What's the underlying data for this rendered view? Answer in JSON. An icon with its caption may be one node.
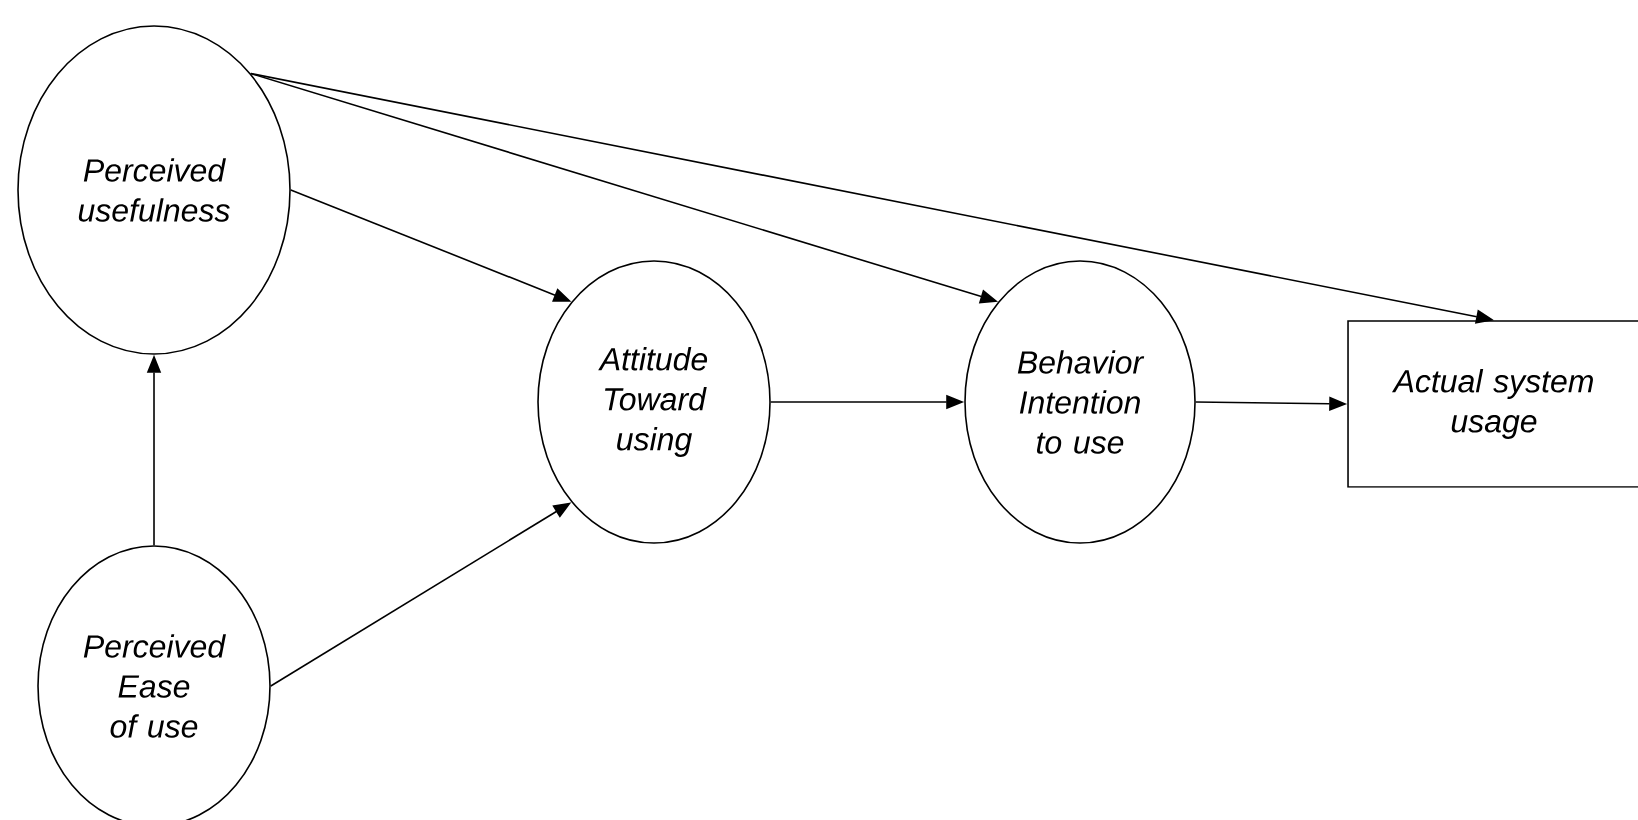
{
  "diagram": {
    "nodes": [
      {
        "text": [
          "Perceived usefulness"
        ]
      },
      {
        "text": [
          "Perceived Ease of use"
        ]
      },
      {
        "text": [
          "Attitude Toward using"
        ]
      },
      {
        "text": [
          "Behavior Intention to use"
        ]
      },
      {
        "text": [
          "Actual system usage"
        ]
      }
    ],
    "edges": [
      {
        "from": 1,
        "to": 0,
        "arrow": "to"
      },
      {
        "from": 0,
        "to": 2,
        "arrow": "to"
      },
      {
        "from": 1,
        "to": 2,
        "arrow": "to"
      },
      {
        "from": 2,
        "to": 3,
        "arrow": "to"
      },
      {
        "from": 3,
        "to": 4,
        "arrow": "to"
      },
      {
        "from": 0,
        "to": 3,
        "arrow": "to"
      },
      {
        "from": 0,
        "to": 4,
        "arrow": "to"
      }
    ]
  }
}
